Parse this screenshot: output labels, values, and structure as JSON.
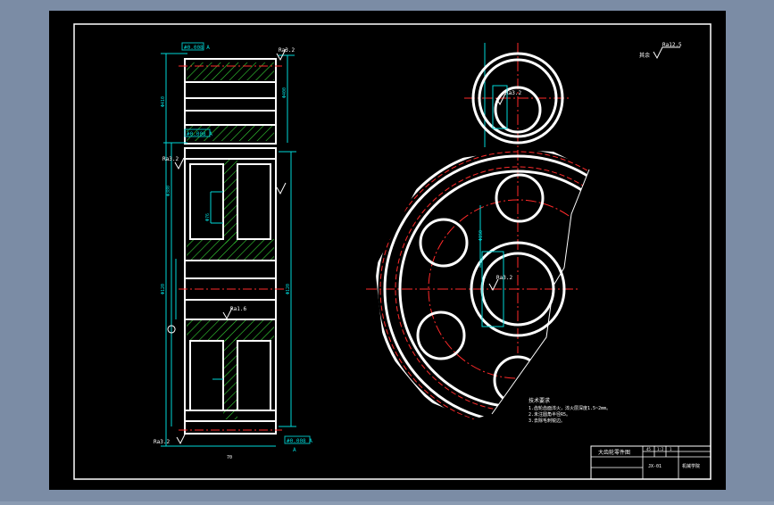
{
  "colors": {
    "viewport_bg": "#7b8ca5",
    "paper": "#000000",
    "line": "#ffffff",
    "dim": "#00d8d8",
    "center": "#ff2a2a",
    "hatch": "#36d436",
    "label_box": "#00b7b7"
  },
  "roughness_top_right": "Ra12.5",
  "roughness_prefix": "其余",
  "section": {
    "top_box_label": "#0.008 A",
    "mid_box_label": "#0.008 A",
    "bottom_box_label": "#0.008 A",
    "bottom_datum_label": "A",
    "roughness_left": "Ra3.2",
    "roughness_side": "Ra3.2",
    "roughness_right": "Ra3.2",
    "roughness_center": "Ra1.6",
    "dims_left": [
      "Φ410",
      "Φ380",
      "Φ120",
      "Φ76"
    ],
    "dims_right": [
      "Φ400",
      "Φ120"
    ],
    "bottom_dim": "70"
  },
  "front_view": {
    "roughness_small_gear": "Ra3.2",
    "roughness_hub": "Ra3.2",
    "dim_vertical": "Φ150"
  },
  "tech_notes": {
    "title": "技术要求",
    "lines": [
      "1.齿轮齿面淬火，淬火层深度1.5~2mm。",
      "2.未注圆角半径R5。",
      "3.去除毛刺锐边。"
    ]
  },
  "title_block": {
    "name": "大齿轮零件图",
    "material": "45",
    "scale": "1:2",
    "quantity": "1",
    "drawing_no": "JX-01",
    "school": "机械学院"
  }
}
